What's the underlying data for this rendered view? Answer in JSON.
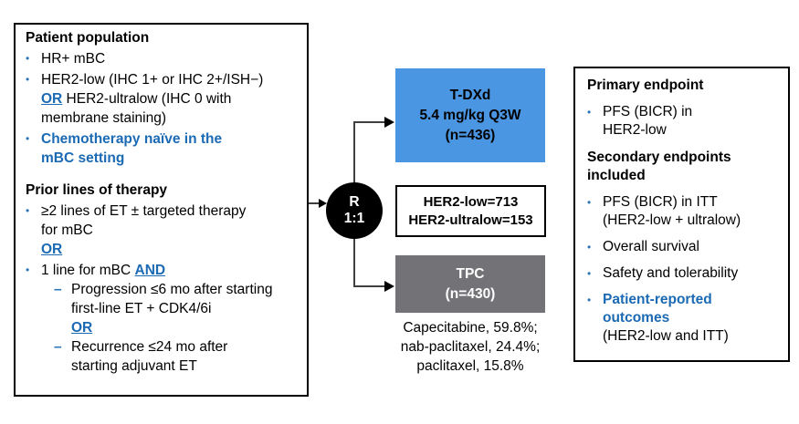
{
  "icons": {
    "bullet": "•",
    "dash": "–"
  },
  "colors": {
    "accent_blue_text": "#1b6ab3",
    "bullet_blue": "#2e74b5",
    "tdxd_fill": "#4b96e2",
    "tpc_fill": "#737377",
    "border": "#000000"
  },
  "left_panel": {
    "pp_title": "Patient population",
    "pp_b1": "HR+ mBC",
    "pp_b2_l1": "HER2-low (IHC 1+ or IHC 2+/ISH−)",
    "pp_b2_or": "OR",
    "pp_b2_l2rest": " HER2-ultralow (IHC 0 with",
    "pp_b2_l3": "membrane staining)",
    "pp_b3_l1": "Chemotherapy naïve in the",
    "pp_b3_l2": "mBC setting",
    "pl_title": "Prior lines of therapy",
    "pl_b1_l1": "≥2 lines of ET ± targeted therapy",
    "pl_b1_l2": "for mBC",
    "pl_b1_or": "OR",
    "pl_b2_pre": "1 line for mBC ",
    "pl_b2_and": "AND",
    "pl_d1_l1": "Progression ≤6 mo after starting",
    "pl_d1_l2": "first-line ET + CDK4/6i",
    "pl_d1_or": "OR",
    "pl_d2_l1": "Recurrence ≤24 mo after",
    "pl_d2_l2": "starting adjuvant ET"
  },
  "randomization": {
    "r": "R",
    "ratio": "1:1"
  },
  "tdxd_box": {
    "l1": "T-DXd",
    "l2": "5.4 mg/kg Q3W",
    "l3": "(n=436)"
  },
  "her2_box": {
    "l1": "HER2-low=713",
    "l2": "HER2-ultralow=153"
  },
  "tpc_box": {
    "l1": "TPC",
    "l2": "(n=430)"
  },
  "tpc_note": {
    "l1": "Capecitabine, 59.8%;",
    "l2": "nab-paclitaxel, 24.4%;",
    "l3": "paclitaxel, 15.8%"
  },
  "right_panel": {
    "primary_title": "Primary endpoint",
    "p1_l1": "PFS (BICR) in",
    "p1_l2": "HER2-low",
    "secondary_title_l1": "Secondary endpoints",
    "secondary_title_l2": "included",
    "s1_l1": "PFS (BICR) in ITT",
    "s1_l2": "(HER2-low + ultralow)",
    "s2": "Overall survival",
    "s3": "Safety and tolerability",
    "s4_blue_l1": "Patient-reported",
    "s4_blue_l2": "outcomes",
    "s4_l3": "(HER2-low and ITT)"
  }
}
